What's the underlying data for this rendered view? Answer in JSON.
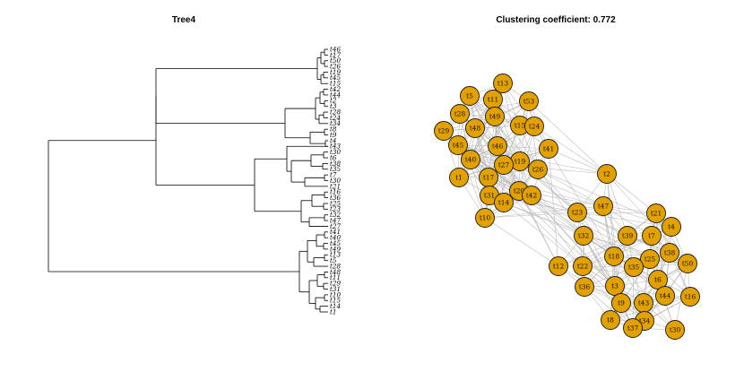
{
  "tree": {
    "title": "Tree4",
    "leaves": [
      "t46",
      "t17",
      "t50",
      "t26",
      "t19",
      "t45",
      "t15",
      "t42",
      "t44",
      "t2",
      "t3",
      "t28",
      "t24",
      "t34",
      "t8",
      "t9",
      "t4",
      "t43",
      "t30",
      "t6",
      "t38",
      "t35",
      "t7",
      "t30",
      "t21",
      "t16",
      "t36",
      "t25",
      "t23",
      "t32",
      "t47",
      "t27",
      "t41",
      "t40",
      "t45",
      "t49",
      "t13",
      "t5",
      "t28",
      "t48",
      "t11",
      "t29",
      "t31",
      "t10",
      "t15",
      "t14",
      "t1"
    ]
  },
  "network": {
    "title": "Clustering coefficient: 0.772",
    "node_color": "#e3a100",
    "edge_color": "#b8b8b8",
    "nodes": [
      {
        "id": "t13"
      },
      {
        "id": "t5"
      },
      {
        "id": "t11"
      },
      {
        "id": "t53"
      },
      {
        "id": "t28"
      },
      {
        "id": "t49"
      },
      {
        "id": "t29"
      },
      {
        "id": "t48"
      },
      {
        "id": "t15"
      },
      {
        "id": "t24"
      },
      {
        "id": "t45"
      },
      {
        "id": "t46"
      },
      {
        "id": "t41"
      },
      {
        "id": "t40"
      },
      {
        "id": "t19"
      },
      {
        "id": "t27"
      },
      {
        "id": "t26"
      },
      {
        "id": "t1"
      },
      {
        "id": "t17"
      },
      {
        "id": "t2"
      },
      {
        "id": "t20"
      },
      {
        "id": "t31"
      },
      {
        "id": "t42"
      },
      {
        "id": "t14"
      },
      {
        "id": "t47"
      },
      {
        "id": "t10"
      },
      {
        "id": "t23"
      },
      {
        "id": "t21"
      },
      {
        "id": "t4"
      },
      {
        "id": "t7"
      },
      {
        "id": "t32"
      },
      {
        "id": "t39"
      },
      {
        "id": "t38"
      },
      {
        "id": "t18"
      },
      {
        "id": "t25"
      },
      {
        "id": "t50"
      },
      {
        "id": "t12"
      },
      {
        "id": "t22"
      },
      {
        "id": "t35"
      },
      {
        "id": "t6"
      },
      {
        "id": "t36"
      },
      {
        "id": "t3"
      },
      {
        "id": "t44"
      },
      {
        "id": "t16"
      },
      {
        "id": "t9"
      },
      {
        "id": "t43"
      },
      {
        "id": "t34"
      },
      {
        "id": "t8"
      },
      {
        "id": "t37"
      },
      {
        "id": "t30"
      }
    ]
  }
}
